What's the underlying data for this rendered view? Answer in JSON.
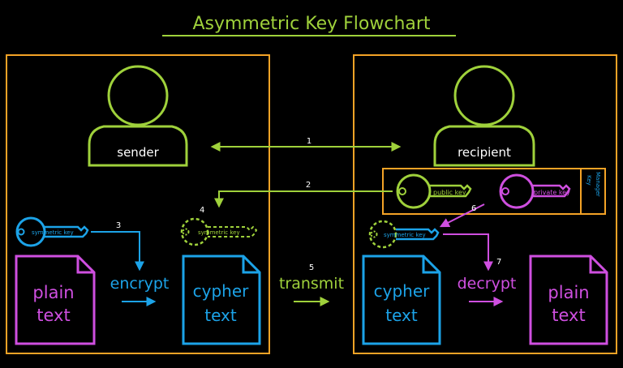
{
  "title": "Asymmetric Key Flowchart",
  "colors": {
    "background": "#000000",
    "green": "#9fd13b",
    "orange": "#f4a326",
    "blue": "#1ca3e8",
    "magenta": "#cf4fe0"
  },
  "sender": {
    "label": "sender"
  },
  "recipient": {
    "label": "recipient"
  },
  "key_manager": {
    "line1": "Key",
    "line2": "Manager"
  },
  "keys": {
    "public": "public key",
    "private": "private key",
    "sender_symmetric": "symmetric key",
    "sender_symmetric_dashed": "symmetric key",
    "recipient_symmetric": "symmetric key"
  },
  "steps": {
    "s1": "1",
    "s2": "2",
    "s3": "3",
    "s4": "4",
    "s5": "5",
    "s6": "6",
    "s7": "7"
  },
  "actions": {
    "encrypt": "encrypt",
    "transmit": "transmit",
    "decrypt": "decrypt"
  },
  "docs": {
    "sender_plain": {
      "line1": "plain",
      "line2": "text"
    },
    "sender_cypher": {
      "line1": "cypher",
      "line2": "text"
    },
    "recipient_cypher": {
      "line1": "cypher",
      "line2": "text"
    },
    "recipient_plain": {
      "line1": "plain",
      "line2": "text"
    }
  }
}
